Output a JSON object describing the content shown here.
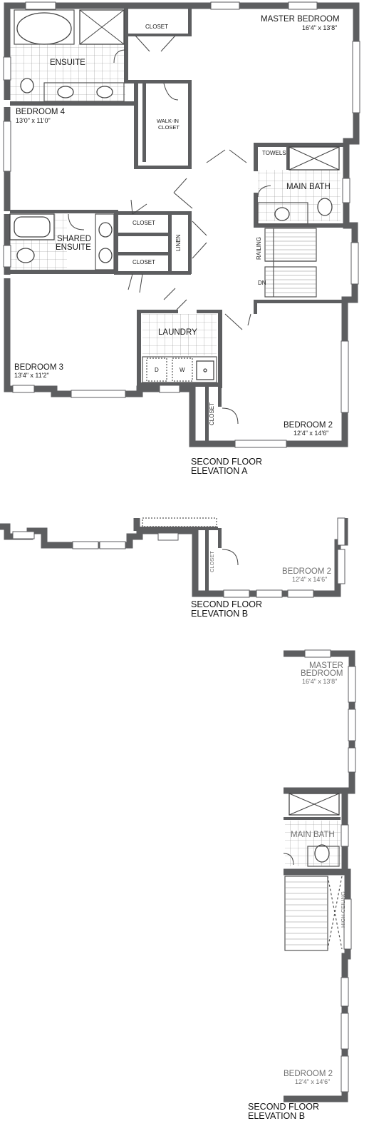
{
  "elevation_a": {
    "rooms": {
      "master_bedroom": {
        "name": "MASTER BEDROOM",
        "dims": "16'4\" x 13'8\""
      },
      "ensuite": {
        "name": "ENSUITE"
      },
      "bedroom4": {
        "name": "BEDROOM 4",
        "dims": "13'0\" x 11'0\""
      },
      "walkin_closet": {
        "line1": "WALK-IN",
        "line2": "CLOSET"
      },
      "towels": {
        "name": "TOWELS"
      },
      "main_bath": {
        "name": "MAIN BATH"
      },
      "shared_ensuite": {
        "line1": "SHARED",
        "line2": "ENSUITE"
      },
      "closet_top": {
        "name": "CLOSET"
      },
      "closet_upper": {
        "name": "CLOSET"
      },
      "closet_lower": {
        "name": "CLOSET"
      },
      "linen": {
        "name": "LINEN"
      },
      "railing": {
        "name": "RAILING"
      },
      "dn": {
        "name": "DN"
      },
      "laundry": {
        "name": "LAUNDRY"
      },
      "dryer": {
        "name": "D"
      },
      "washer": {
        "name": "W"
      },
      "bedroom3": {
        "name": "BEDROOM 3",
        "dims": "13'4\" x 11'2\""
      },
      "closet_b2": {
        "name": "CLOSET"
      },
      "bedroom2": {
        "name": "BEDROOM 2",
        "dims": "12'4\" x 14'6\""
      }
    },
    "caption": {
      "line1": "SECOND FLOOR",
      "line2": "ELEVATION A"
    }
  },
  "elevation_b": {
    "closet": {
      "name": "CLOSET"
    },
    "bedroom2": {
      "name": "BEDROOM 2",
      "dims": "12'4\" x 14'6\""
    },
    "caption": {
      "line1": "SECOND FLOOR",
      "line2": "ELEVATION B"
    }
  },
  "elevation_c": {
    "master_bedroom": {
      "line1": "MASTER",
      "line2": "BEDROOM",
      "dims": "16'4\" x 13'8\""
    },
    "main_bath": {
      "name": "MAIN BATH"
    },
    "high_ceiling": {
      "name": "HIGH CEILING"
    },
    "bedroom2": {
      "name": "BEDROOM 2",
      "dims": "12'4\" x 14'6\""
    },
    "caption": {
      "line1": "SECOND FLOOR",
      "line2": "ELEVATION B"
    }
  }
}
